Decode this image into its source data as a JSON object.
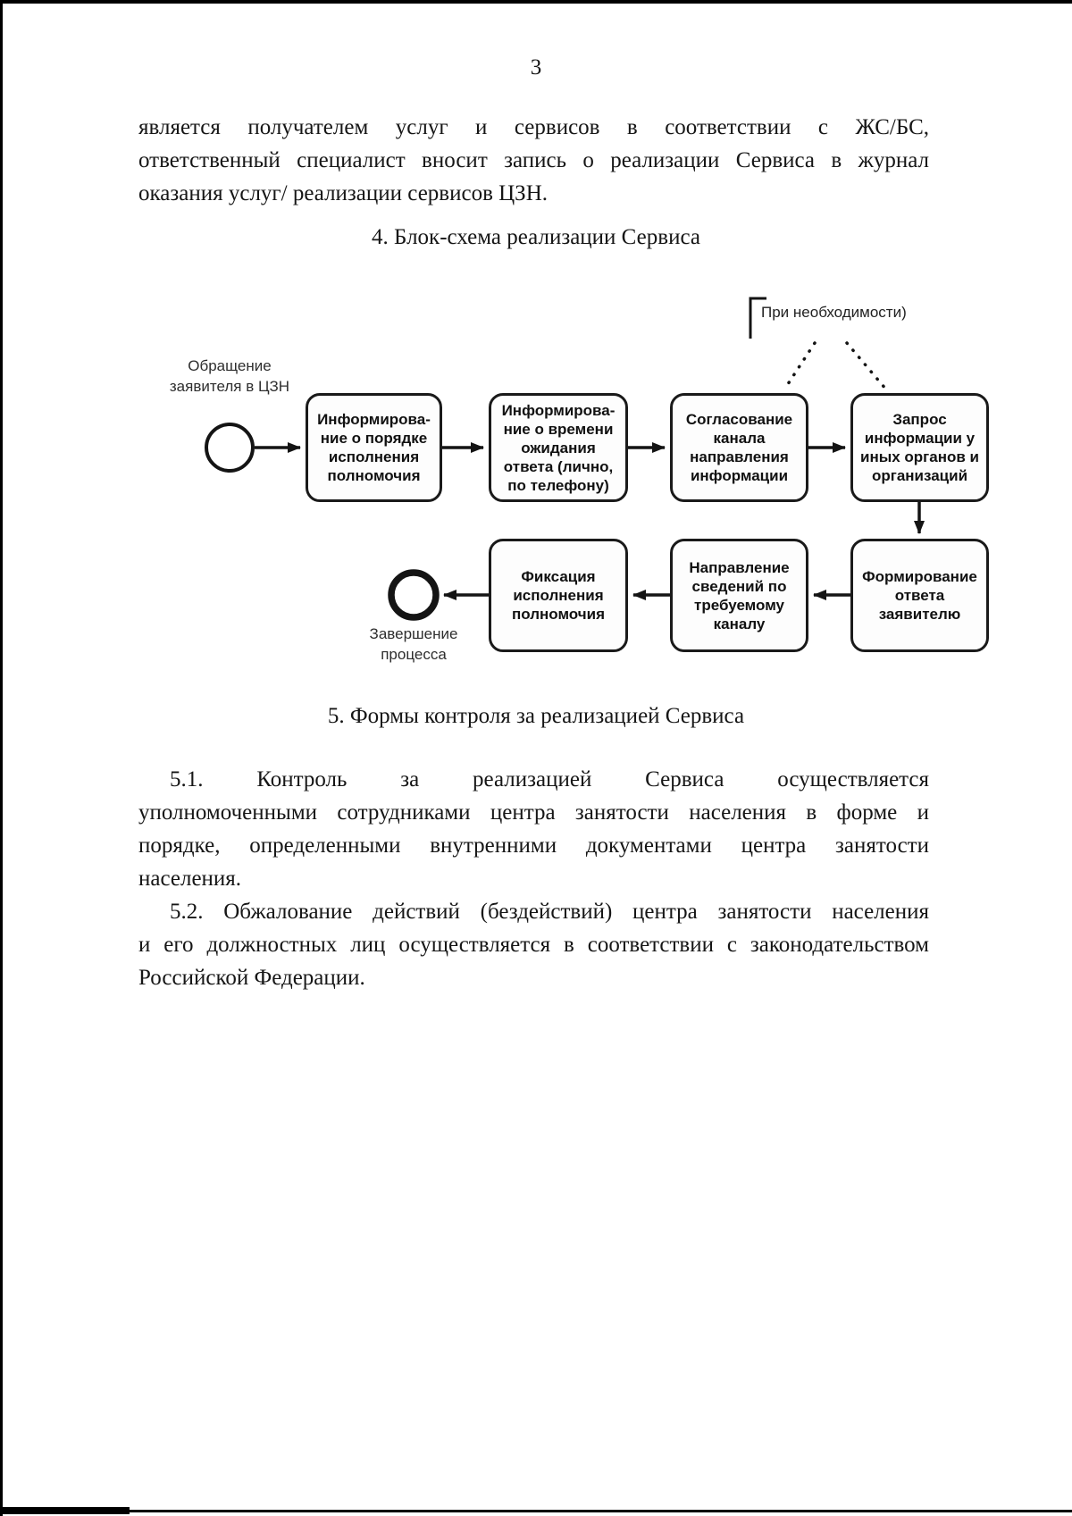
{
  "colors": {
    "ink": "#161616",
    "box_border": "#1a1a1a"
  },
  "document": {
    "page_number": "3",
    "intro_lines": [
      "является получателем услуг и сервисов в соответствии с ЖС/БС,",
      "ответственный специалист вносит запись о реализации Сервиса в журнал",
      "оказания услуг/ реализации сервисов ЦЗН."
    ],
    "section4_heading": "4. Блок-схема реализации Сервиса",
    "section5_heading": "5. Формы контроля за реализацией Сервиса",
    "para51_lines": [
      "5.1. Контроль за реализацией Сервиса осуществляется",
      "уполномоченными сотрудниками центра занятости населения в форме и",
      "порядке, определенными внутренними документами центра занятости",
      "населения."
    ],
    "para52_lines": [
      "5.2. Обжалование действий (бездействий) центра занятости населения",
      "и его должностных лиц осуществляется в соответствии с законодательством",
      "Российской Федерации."
    ]
  },
  "flowchart": {
    "condition_label": "При необходимости)",
    "start_event": {
      "line1": "Обращение",
      "line2": "заявителя в ЦЗН"
    },
    "end_event": {
      "line1": "Завершение",
      "line2": "процесса"
    },
    "steps": [
      {
        "label": "Информирова-ние о порядке исполнения полномочия"
      },
      {
        "label": "Информирова-ние о времени ожидания ответа (лично, по телефону)"
      },
      {
        "label": "Согласование канала направления информации"
      },
      {
        "label": "Запрос информации у иных органов и организаций"
      },
      {
        "label": "Формирование ответа заявителю"
      },
      {
        "label": "Направление сведений по требуемому каналу"
      },
      {
        "label": "Фиксация исполнения полномочия"
      }
    ]
  }
}
